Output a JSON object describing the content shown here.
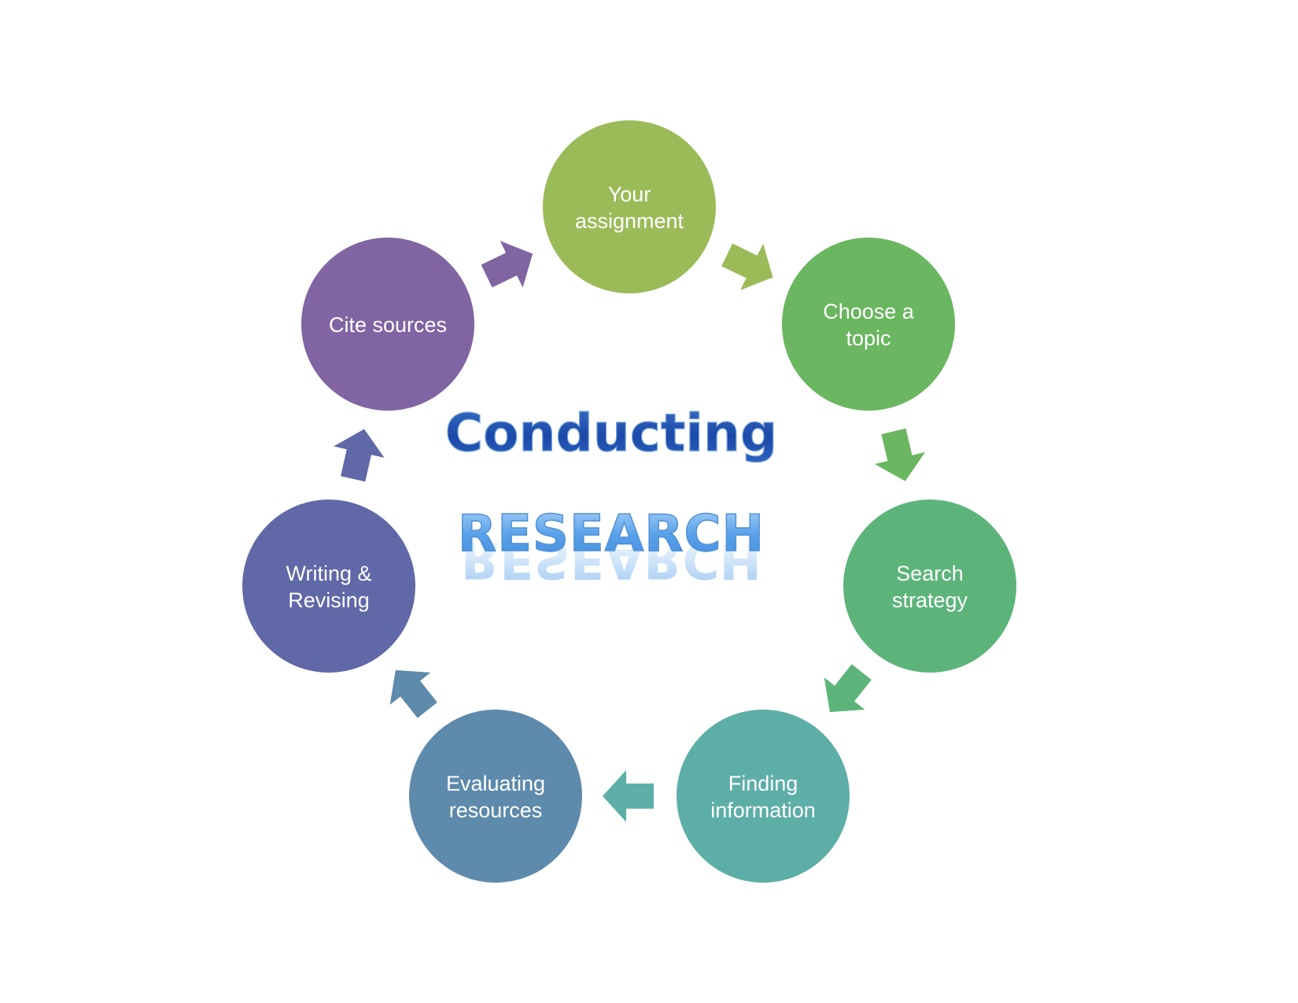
{
  "title": {
    "line1": "Conducting",
    "line2": "RESEARCH"
  },
  "steps": [
    {
      "id": "your-assignment",
      "lines": [
        "Your",
        "assignment"
      ],
      "color": "#9bbb59"
    },
    {
      "id": "choose-a-topic",
      "lines": [
        "Choose a",
        "topic"
      ],
      "color": "#6bb660"
    },
    {
      "id": "search-strategy",
      "lines": [
        "Search",
        "strategy"
      ],
      "color": "#5db47a"
    },
    {
      "id": "finding-information",
      "lines": [
        "Finding",
        "information"
      ],
      "color": "#5eaea8"
    },
    {
      "id": "evaluating-resources",
      "lines": [
        "Evaluating",
        "resources"
      ],
      "color": "#5e8aab"
    },
    {
      "id": "writing-revising",
      "lines": [
        "Writing &",
        "Revising"
      ],
      "color": "#6068a8"
    },
    {
      "id": "cite-sources",
      "lines": [
        "Cite sources"
      ],
      "color": "#8164a2"
    }
  ],
  "arrow_colors": [
    "#9bbb59",
    "#6bb660",
    "#5db47a",
    "#5eaea8",
    "#5e8aab",
    "#6068a8",
    "#8164a2"
  ]
}
